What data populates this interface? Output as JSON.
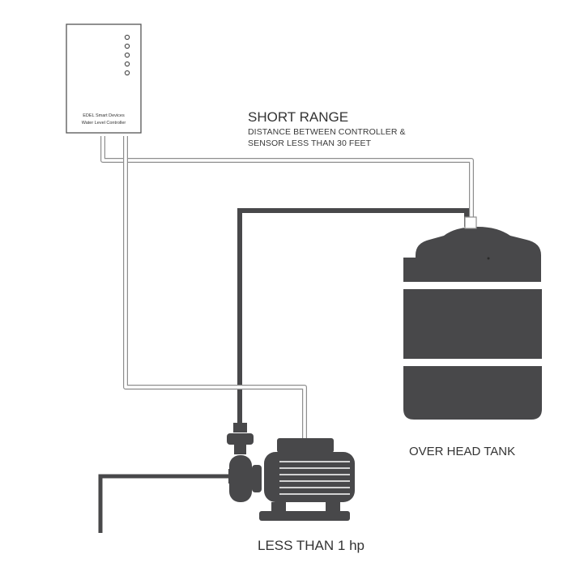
{
  "controller": {
    "brand_line": "EDEL Smart Devices",
    "product_line": "Water Level Controller",
    "indicator_count": 5
  },
  "range": {
    "title": "SHORT RANGE",
    "line1": "DISTANCE BETWEEN CONTROLLER &",
    "line2": "SENSOR LESS THAN 30 FEET"
  },
  "tank": {
    "label": "OVER HEAD TANK"
  },
  "pump": {
    "label": "LESS THAN 1 hp"
  },
  "colors": {
    "dark": "#48484a",
    "outline": "#9a9a9a",
    "wire": "#ffffff",
    "text": "#333333"
  }
}
